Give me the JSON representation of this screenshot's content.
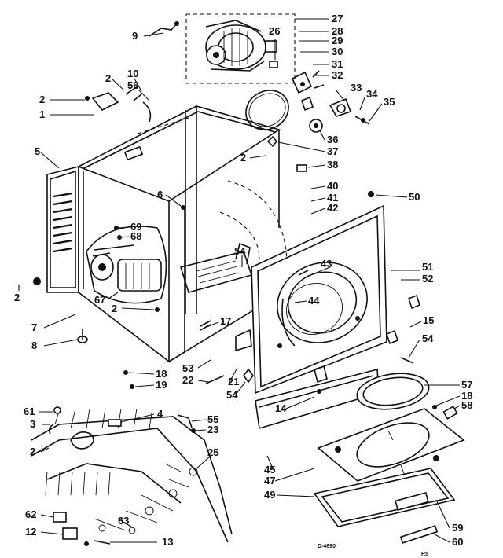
{
  "diagram": {
    "labels": [
      {
        "id": "n1",
        "text": "1"
      },
      {
        "id": "n2a",
        "text": "2"
      },
      {
        "id": "n2b",
        "text": "2"
      },
      {
        "id": "n2c",
        "text": "2"
      },
      {
        "id": "n2d",
        "text": "2"
      },
      {
        "id": "n2e",
        "text": "2"
      },
      {
        "id": "n2f",
        "text": "2"
      },
      {
        "id": "n3",
        "text": "3"
      },
      {
        "id": "n4",
        "text": "4"
      },
      {
        "id": "n5",
        "text": "5"
      },
      {
        "id": "n6",
        "text": "6"
      },
      {
        "id": "n7",
        "text": "7"
      },
      {
        "id": "n8",
        "text": "8"
      },
      {
        "id": "n9",
        "text": "9"
      },
      {
        "id": "n10",
        "text": "10"
      },
      {
        "id": "n12",
        "text": "12"
      },
      {
        "id": "n13",
        "text": "13"
      },
      {
        "id": "n14",
        "text": "14"
      },
      {
        "id": "n15",
        "text": "15"
      },
      {
        "id": "n17",
        "text": "17"
      },
      {
        "id": "n18a",
        "text": "18"
      },
      {
        "id": "n18b",
        "text": "18"
      },
      {
        "id": "n19",
        "text": "19"
      },
      {
        "id": "n21",
        "text": "21"
      },
      {
        "id": "n22",
        "text": "22"
      },
      {
        "id": "n23",
        "text": "23"
      },
      {
        "id": "n25",
        "text": "25"
      },
      {
        "id": "n26",
        "text": "26"
      },
      {
        "id": "n27",
        "text": "27"
      },
      {
        "id": "n28",
        "text": "28"
      },
      {
        "id": "n29",
        "text": "29"
      },
      {
        "id": "n30",
        "text": "30"
      },
      {
        "id": "n31",
        "text": "31"
      },
      {
        "id": "n32",
        "text": "32"
      },
      {
        "id": "n33",
        "text": "33"
      },
      {
        "id": "n34",
        "text": "34"
      },
      {
        "id": "n35",
        "text": "35"
      },
      {
        "id": "n36",
        "text": "36"
      },
      {
        "id": "n37",
        "text": "37"
      },
      {
        "id": "n38",
        "text": "38"
      },
      {
        "id": "n40",
        "text": "40"
      },
      {
        "id": "n41",
        "text": "41"
      },
      {
        "id": "n42",
        "text": "42"
      },
      {
        "id": "n43",
        "text": "43"
      },
      {
        "id": "n44",
        "text": "44"
      },
      {
        "id": "n45",
        "text": "45"
      },
      {
        "id": "n47",
        "text": "47"
      },
      {
        "id": "n49",
        "text": "49"
      },
      {
        "id": "n50",
        "text": "50"
      },
      {
        "id": "n51",
        "text": "51"
      },
      {
        "id": "n52",
        "text": "52"
      },
      {
        "id": "n53",
        "text": "53"
      },
      {
        "id": "n54a",
        "text": "54"
      },
      {
        "id": "n54b",
        "text": "54"
      },
      {
        "id": "n54c",
        "text": "54"
      },
      {
        "id": "n55",
        "text": "55"
      },
      {
        "id": "n56",
        "text": "56"
      },
      {
        "id": "n57",
        "text": "57"
      },
      {
        "id": "n58",
        "text": "58"
      },
      {
        "id": "n59",
        "text": "59"
      },
      {
        "id": "n60",
        "text": "60"
      },
      {
        "id": "n61",
        "text": "61"
      },
      {
        "id": "n62",
        "text": "62"
      },
      {
        "id": "n63",
        "text": "63"
      },
      {
        "id": "n67",
        "text": "67"
      },
      {
        "id": "n68",
        "text": "68"
      },
      {
        "id": "n69",
        "text": "69"
      }
    ],
    "drawing_code": "D-4690",
    "page_mark": "R5"
  }
}
